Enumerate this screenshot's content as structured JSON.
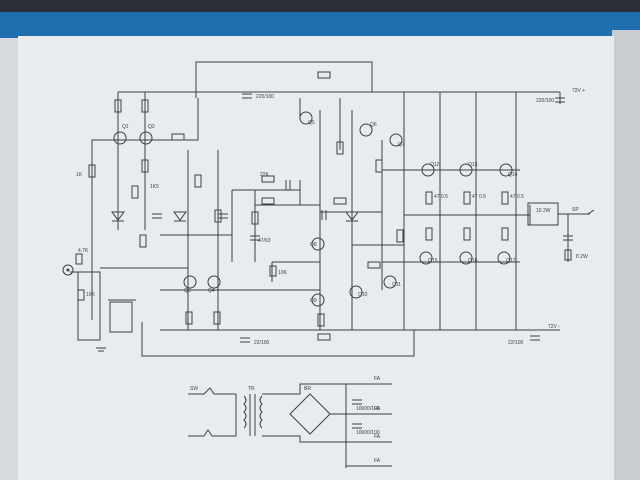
{
  "photo": {
    "subject": "schematic-sheet"
  },
  "schematic": {
    "rails": {
      "positive": "72V +",
      "negative": "72V -"
    },
    "transistors": [
      "Q1",
      "Q2",
      "Q3",
      "Q4",
      "Q5",
      "Q6",
      "Q7",
      "Q8",
      "Q9",
      "Q10",
      "Q11",
      "Q12",
      "Q13",
      "Q14",
      "Q15",
      "Q16",
      "Q17"
    ],
    "resistor_values": [
      "1K",
      "47 0.5",
      "47 0.5",
      "47 0.5",
      "8 2W",
      "10 2W",
      "22K",
      "1K5",
      "4.7K",
      "10K",
      "10K"
    ],
    "capacitor_values": [
      "220/100",
      "220/100",
      "22/100",
      "22/100",
      "47/63"
    ],
    "output_label": "SP",
    "power_supply": {
      "switch_label": "SW",
      "transformer_label": "TR",
      "bridge_label": "BR",
      "fuse_labels": [
        "FA",
        "FA",
        "FA",
        "FA"
      ],
      "cap_labels": [
        "10000/100",
        "10000/100"
      ]
    }
  }
}
